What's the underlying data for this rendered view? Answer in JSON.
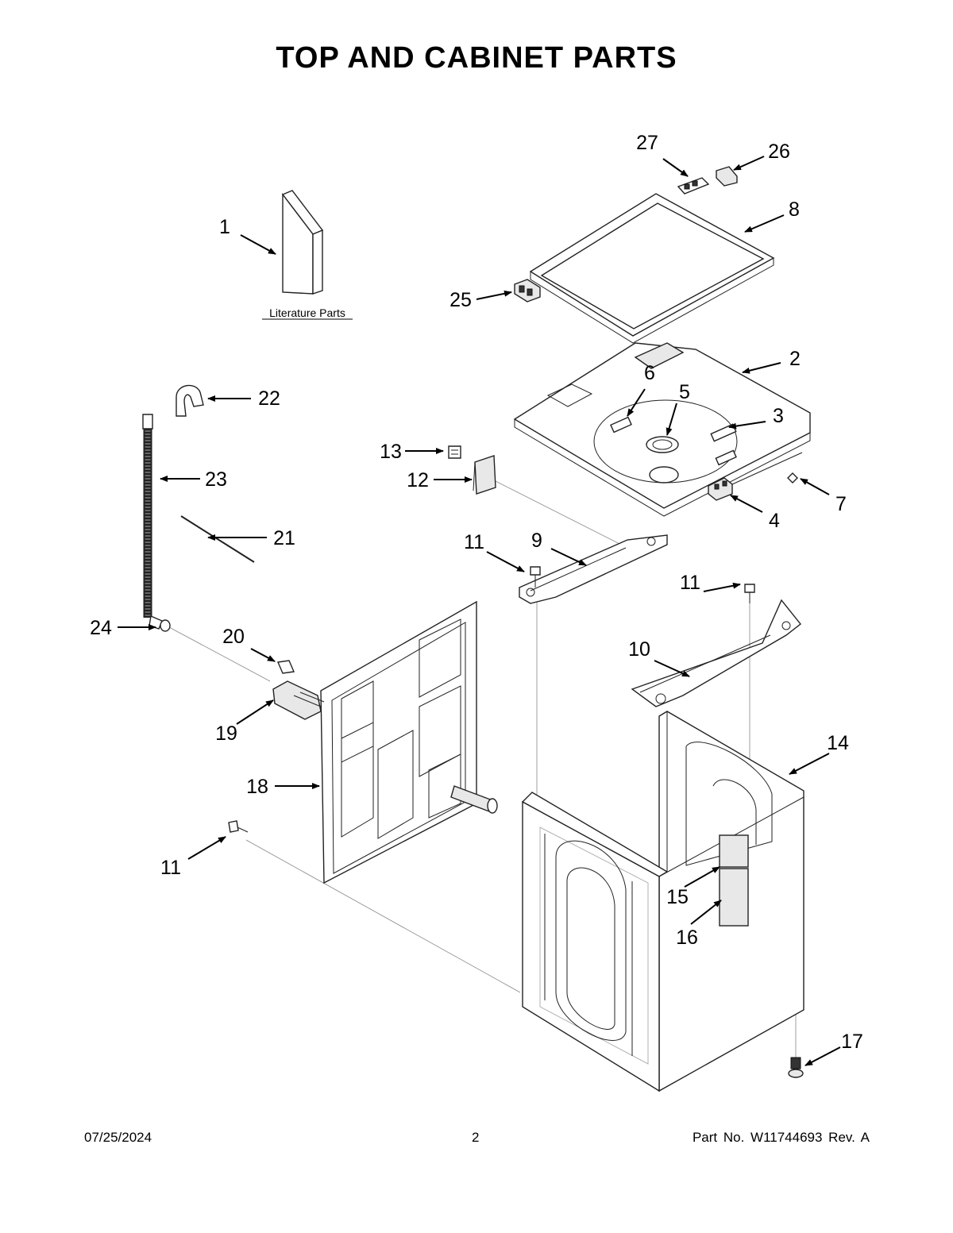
{
  "title": "TOP AND CABINET PARTS",
  "literature_caption": "Literature Parts",
  "callouts": {
    "c1": "1",
    "c2": "2",
    "c3": "3",
    "c4": "4",
    "c5": "5",
    "c6": "6",
    "c7": "7",
    "c8": "8",
    "c9": "9",
    "c10": "10",
    "c11a": "11",
    "c11b": "11",
    "c11c": "11",
    "c12": "12",
    "c13": "13",
    "c14": "14",
    "c15": "15",
    "c16": "16",
    "c17": "17",
    "c18": "18",
    "c19": "19",
    "c20": "20",
    "c21": "21",
    "c22": "22",
    "c23": "23",
    "c24": "24",
    "c25": "25",
    "c26": "26",
    "c27": "27"
  },
  "footer": {
    "date": "07/25/2024",
    "page": "2",
    "part_no": "Part No.  W11744693  Rev.  A"
  }
}
